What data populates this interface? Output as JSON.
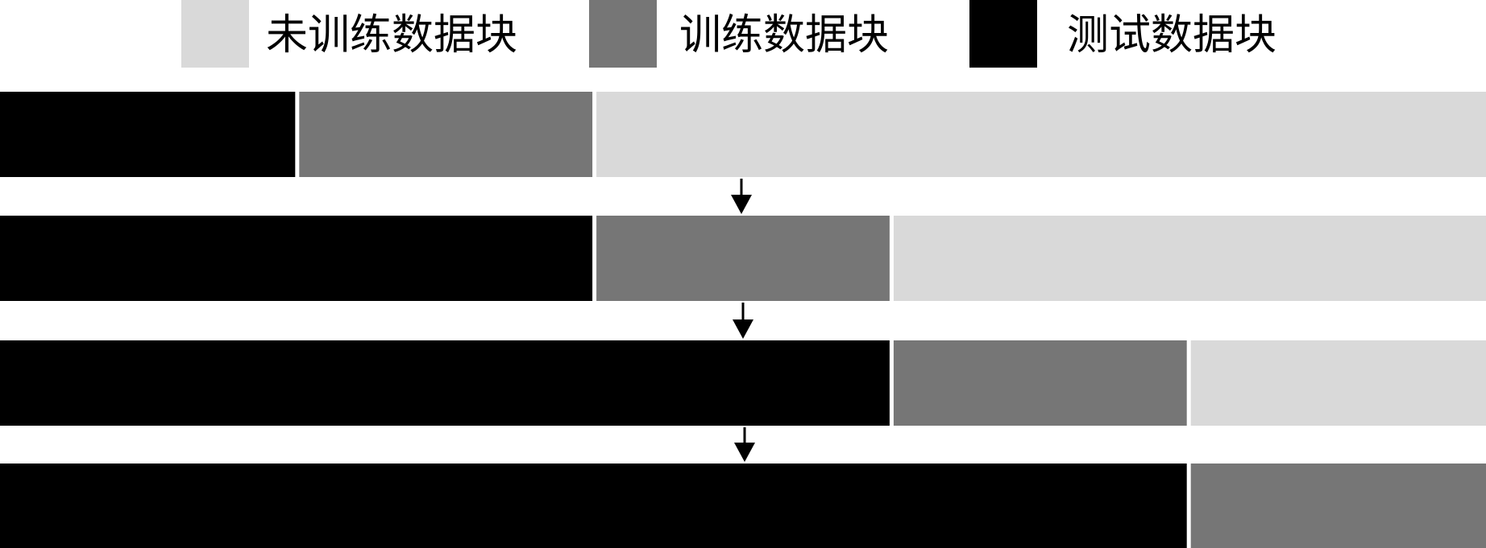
{
  "legend": {
    "untrained": {
      "label": "未训练数据块",
      "color": "#d9d9d9"
    },
    "training": {
      "label": "训练数据块",
      "color": "#767676"
    },
    "test": {
      "label": "测试数据块",
      "color": "#000000"
    }
  },
  "diagram": {
    "total_blocks": 5,
    "rows": [
      {
        "blocks": [
          "test",
          "training",
          "untrained",
          "untrained",
          "untrained"
        ]
      },
      {
        "blocks": [
          "test",
          "test",
          "training",
          "untrained",
          "untrained"
        ]
      },
      {
        "blocks": [
          "test",
          "test",
          "test",
          "training",
          "untrained"
        ]
      },
      {
        "blocks": [
          "test",
          "test",
          "test",
          "test",
          "training"
        ]
      }
    ],
    "arrow_count": 3
  }
}
